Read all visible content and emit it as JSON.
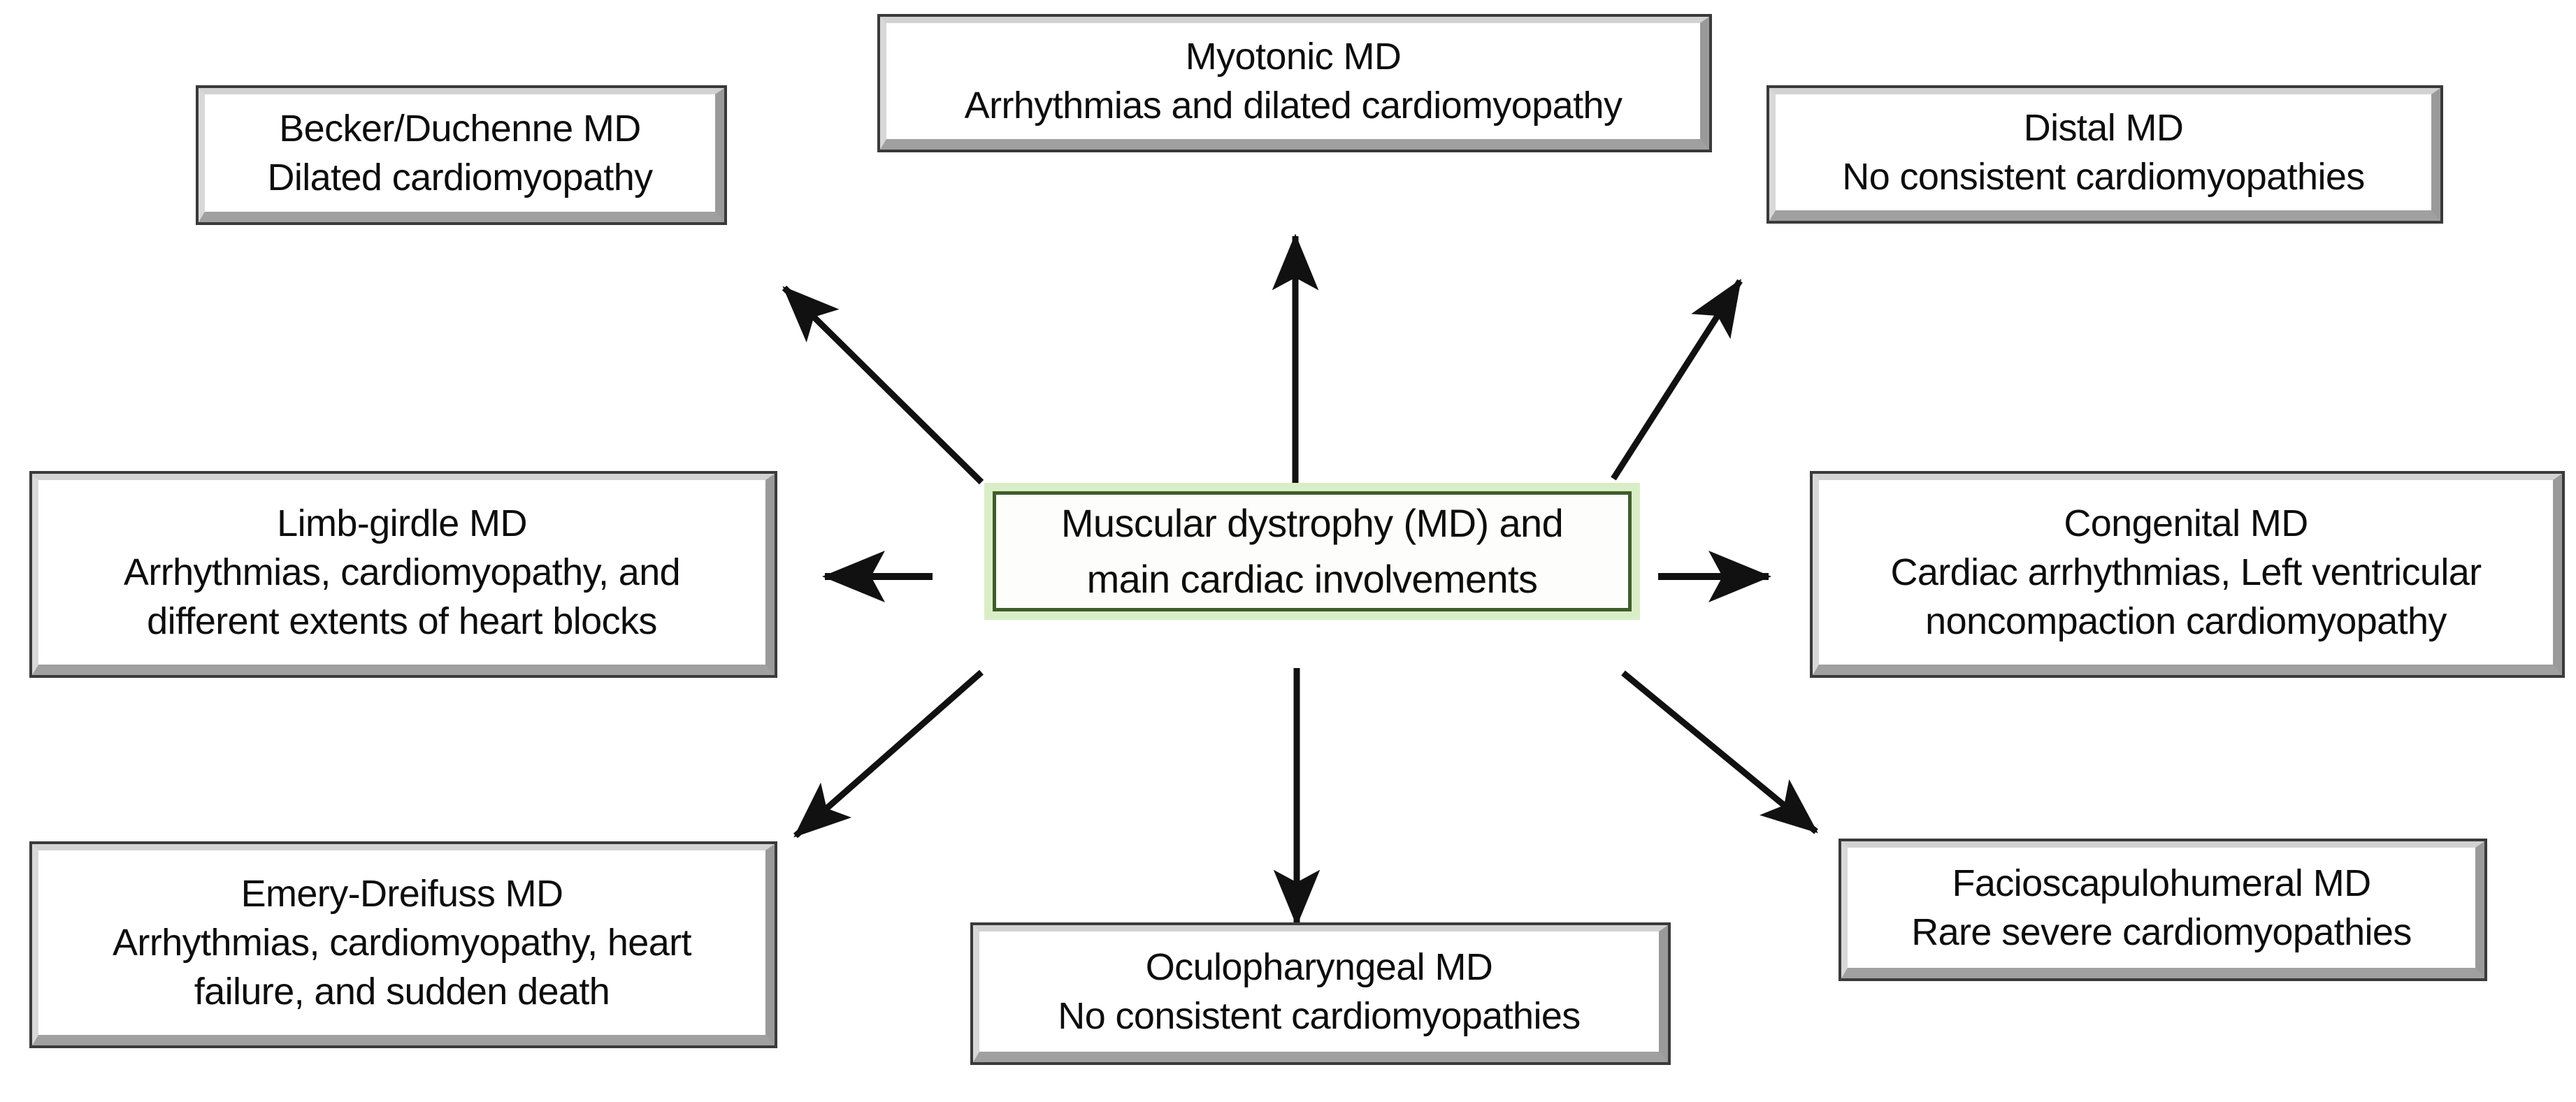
{
  "diagram": {
    "type": "radial-hub-and-spoke",
    "title": "Muscular dystrophy (MD) and main cardiac involvements",
    "accent_color": "#d9eec6",
    "accent_border_color": "#3f5d2b",
    "box_fill": "#ffffff",
    "box_frame_color": "#9a9a9a",
    "text_color": "#0d0d0d",
    "arrow_color": "#111111",
    "center": {
      "id": "root",
      "lines": [
        "Muscular dystrophy (MD) and",
        "main cardiac involvements"
      ]
    },
    "nodes": [
      {
        "id": "becker-duchenne",
        "position": "top-left",
        "title": "Becker/Duchenne MD",
        "detail": "Dilated cardiomyopathy",
        "lines": [
          "Becker/Duchenne MD",
          "Dilated cardiomyopathy"
        ]
      },
      {
        "id": "myotonic",
        "position": "top-center",
        "title": "Myotonic MD",
        "detail": "Arrhythmias and dilated cardiomyopathy",
        "lines": [
          "Myotonic MD",
          "Arrhythmias and dilated cardiomyopathy"
        ]
      },
      {
        "id": "distal",
        "position": "top-right",
        "title": "Distal MD",
        "detail": "No consistent cardiomyopathies",
        "lines": [
          "Distal MD",
          "No consistent cardiomyopathies"
        ]
      },
      {
        "id": "limb-girdle",
        "position": "middle-left",
        "title": "Limb-girdle MD",
        "detail": "Arrhythmias, cardiomyopathy, and different extents of heart blocks",
        "lines": [
          "Limb-girdle MD",
          "Arrhythmias, cardiomyopathy, and",
          "different extents of heart blocks"
        ]
      },
      {
        "id": "congenital",
        "position": "middle-right",
        "title": "Congenital MD",
        "detail": "Cardiac arrhythmias, Left ventricular noncompaction cardiomyopathy",
        "lines": [
          "Congenital MD",
          "Cardiac arrhythmias, Left ventricular",
          "noncompaction cardiomyopathy"
        ]
      },
      {
        "id": "emery-dreifuss",
        "position": "bottom-left",
        "title": "Emery-Dreifuss MD",
        "detail": "Arrhythmias, cardiomyopathy, heart failure, and sudden death",
        "lines": [
          "Emery-Dreifuss MD",
          "Arrhythmias, cardiomyopathy, heart",
          "failure, and sudden death"
        ]
      },
      {
        "id": "oculopharyngeal",
        "position": "bottom-center",
        "title": "Oculopharyngeal MD",
        "detail": "No consistent cardiomyopathies",
        "lines": [
          "Oculopharyngeal MD",
          "No consistent cardiomyopathies"
        ]
      },
      {
        "id": "facioscapulohumeral",
        "position": "bottom-right",
        "title": "Facioscapulohumeral MD",
        "detail": "Rare severe cardiomyopathies",
        "lines": [
          "Facioscapulohumeral MD",
          "Rare severe cardiomyopathies"
        ]
      }
    ],
    "connectors": [
      {
        "id": "arrow-to-becker-duchenne",
        "from": "root",
        "to": "becker-duchenne",
        "direction": "up-left"
      },
      {
        "id": "arrow-to-myotonic",
        "from": "root",
        "to": "myotonic",
        "direction": "up"
      },
      {
        "id": "arrow-to-distal",
        "from": "root",
        "to": "distal",
        "direction": "up-right"
      },
      {
        "id": "arrow-to-limb-girdle",
        "from": "root",
        "to": "limb-girdle",
        "direction": "left"
      },
      {
        "id": "arrow-to-congenital",
        "from": "root",
        "to": "congenital",
        "direction": "right"
      },
      {
        "id": "arrow-to-emery-dreifuss",
        "from": "root",
        "to": "emery-dreifuss",
        "direction": "down-left"
      },
      {
        "id": "arrow-to-oculopharyngeal",
        "from": "root",
        "to": "oculopharyngeal",
        "direction": "down"
      },
      {
        "id": "arrow-to-facioscapulohumeral",
        "from": "root",
        "to": "facioscapulohumeral",
        "direction": "down-right"
      }
    ]
  }
}
